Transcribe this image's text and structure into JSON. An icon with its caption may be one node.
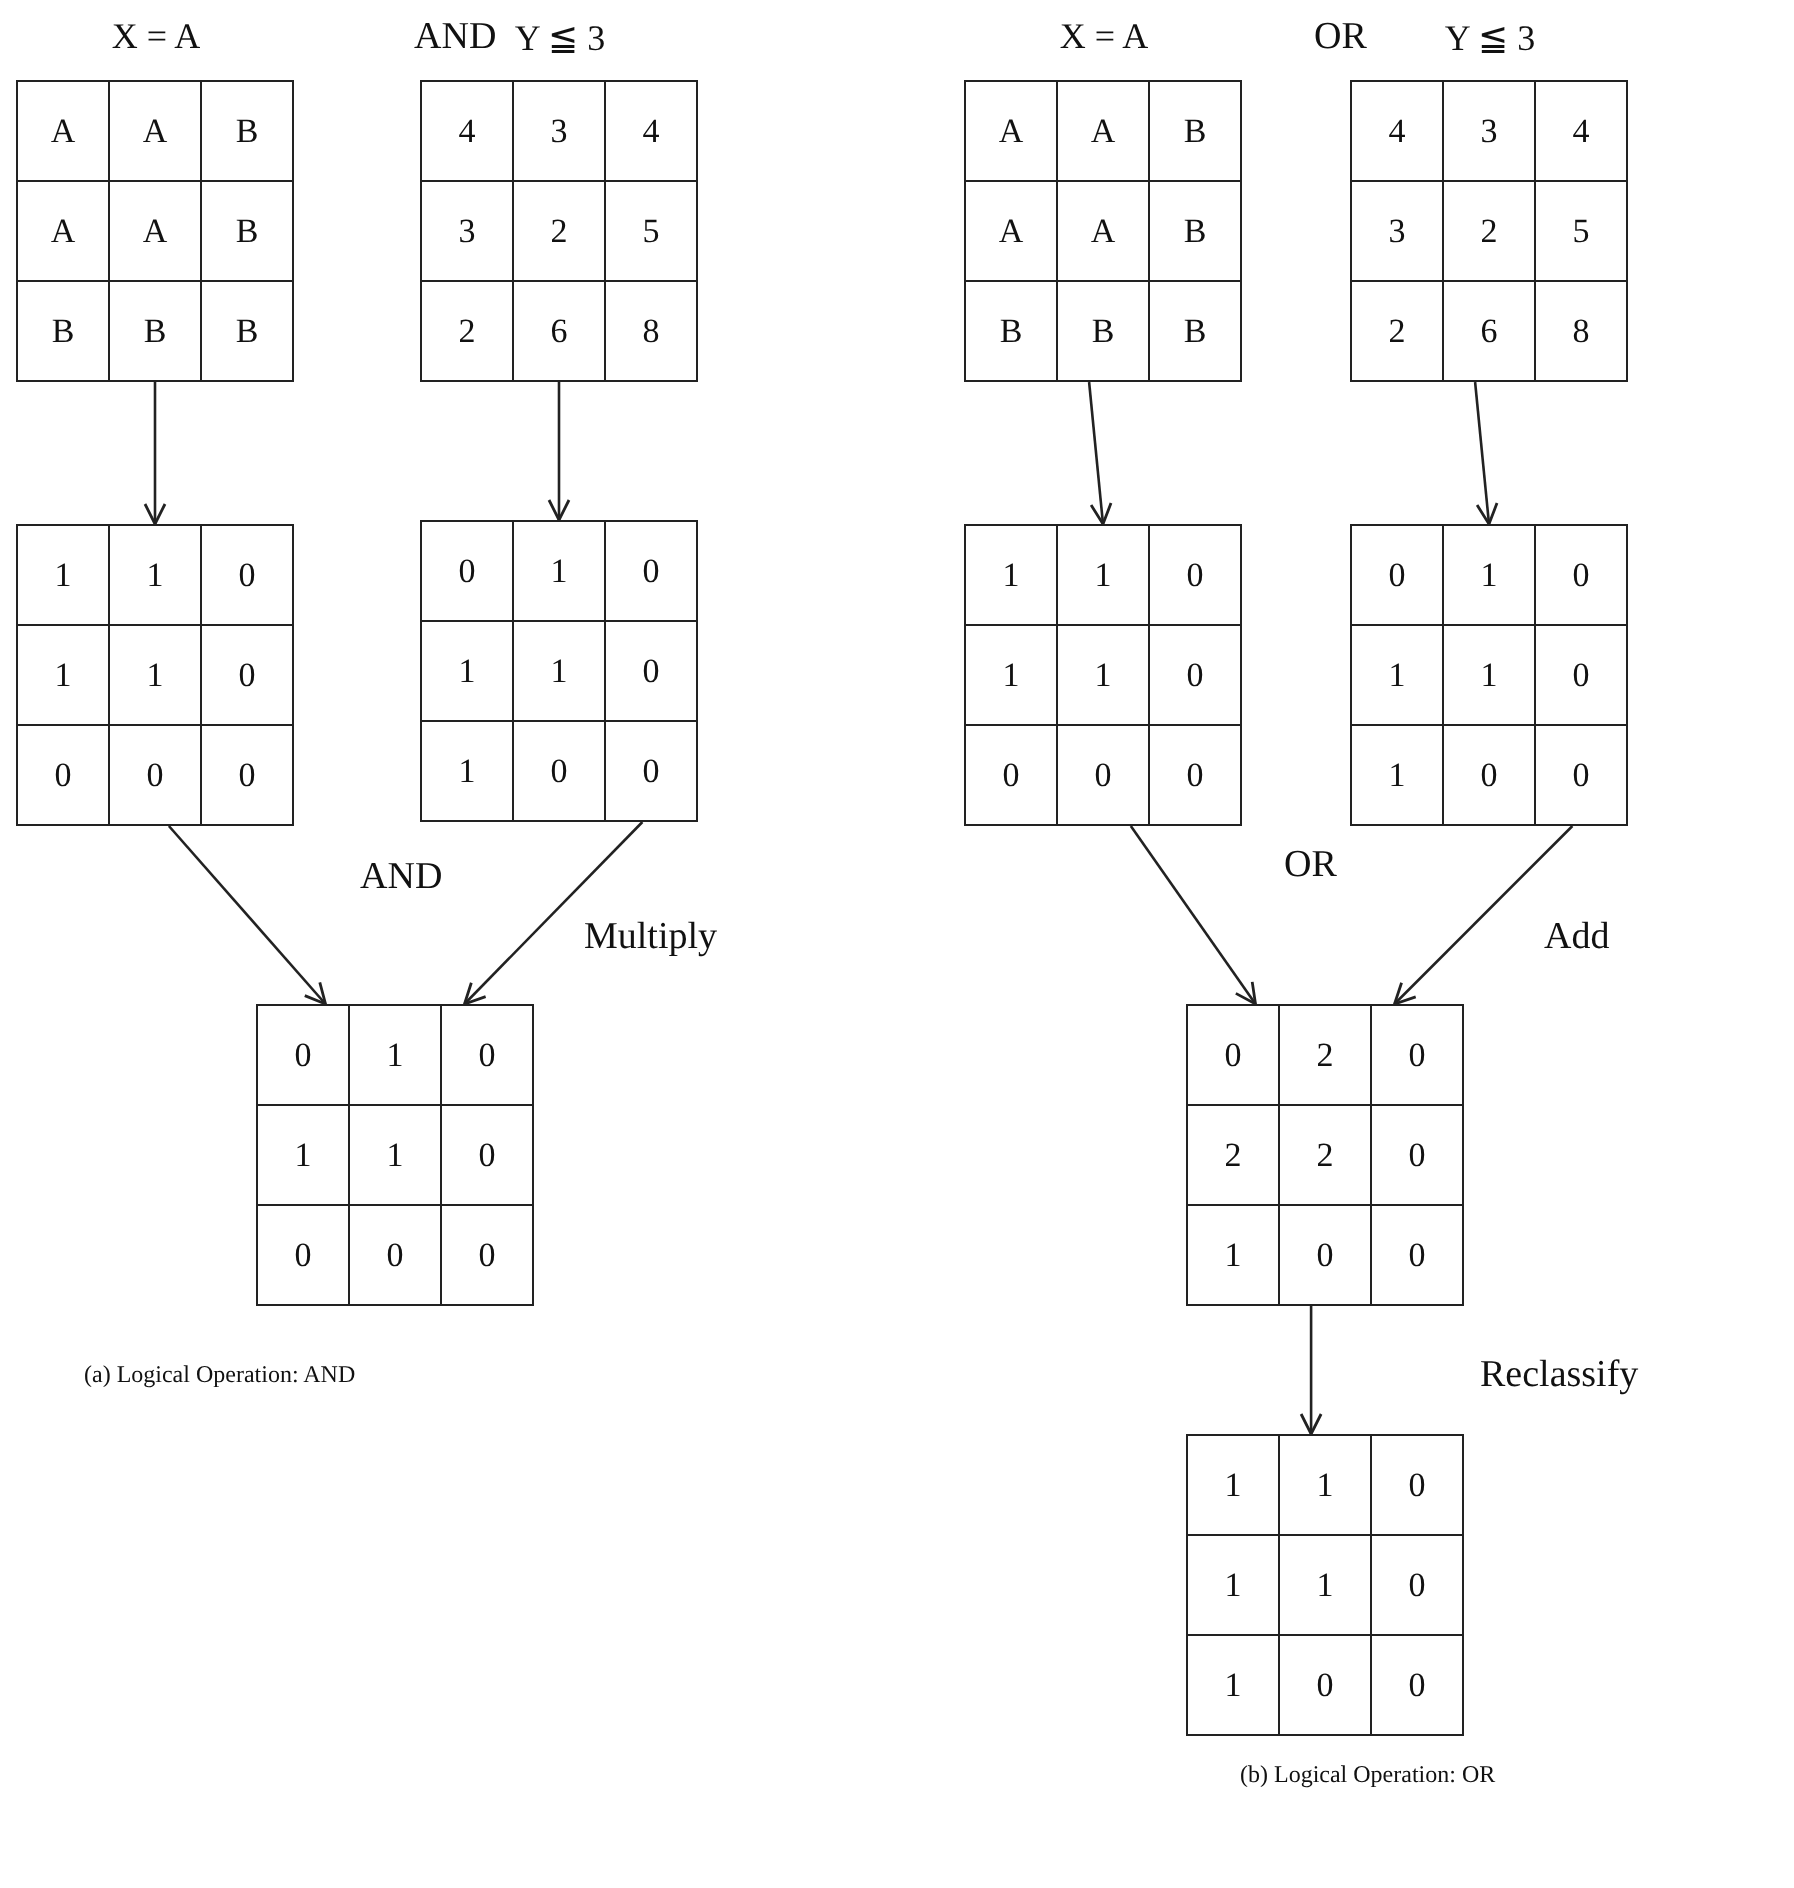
{
  "diagram": {
    "nodes": [
      {
        "text": [
          "X = A",
          "A",
          "A",
          "B",
          "A",
          "A",
          "B",
          "B",
          "B",
          "B"
        ]
      },
      {
        "text": [
          "Y ≦ 3",
          "4",
          "3",
          "4",
          "3",
          "2",
          "5",
          "2",
          "6",
          "8"
        ]
      },
      {
        "text": [
          "1",
          "1",
          "0",
          "1",
          "1",
          "0",
          "0",
          "0",
          "0"
        ]
      },
      {
        "text": [
          "0",
          "1",
          "0",
          "1",
          "1",
          "0",
          "1",
          "0",
          "0"
        ]
      },
      {
        "text": [
          "0",
          "1",
          "0",
          "1",
          "1",
          "0",
          "0",
          "0",
          "0"
        ]
      },
      {
        "text": [
          "X = A",
          "A",
          "A",
          "B",
          "A",
          "A",
          "B",
          "B",
          "B",
          "B"
        ]
      },
      {
        "text": [
          "Y ≦ 3",
          "4",
          "3",
          "4",
          "3",
          "2",
          "5",
          "2",
          "6",
          "8"
        ]
      },
      {
        "text": [
          "1",
          "1",
          "0",
          "1",
          "1",
          "0",
          "0",
          "0",
          "0"
        ]
      },
      {
        "text": [
          "0",
          "1",
          "0",
          "1",
          "1",
          "0",
          "1",
          "0",
          "0"
        ]
      },
      {
        "text": [
          "0",
          "2",
          "0",
          "2",
          "2",
          "0",
          "1",
          "0",
          "0"
        ]
      },
      {
        "text": [
          "1",
          "1",
          "0",
          "1",
          "1",
          "0",
          "1",
          "0",
          "0"
        ]
      }
    ],
    "edges": [
      {
        "from": 0,
        "to": 2,
        "arrow": "to"
      },
      {
        "from": 1,
        "to": 3,
        "arrow": "to"
      },
      {
        "from": 2,
        "to": 4,
        "arrow": "to",
        "label": "AND"
      },
      {
        "from": 3,
        "to": 4,
        "arrow": "to",
        "label": "Multiply"
      },
      {
        "from": 5,
        "to": 7,
        "arrow": "to"
      },
      {
        "from": 6,
        "to": 8,
        "arrow": "to"
      },
      {
        "from": 7,
        "to": 9,
        "arrow": "to",
        "label": "OR"
      },
      {
        "from": 8,
        "to": 9,
        "arrow": "to",
        "label": "Add"
      },
      {
        "from": 9,
        "to": 10,
        "arrow": "to",
        "label": "Reclassify"
      }
    ],
    "labels": [
      "AND",
      "OR",
      "(a) Logical Operation: AND",
      "(b) Logical Operation: OR"
    ]
  }
}
